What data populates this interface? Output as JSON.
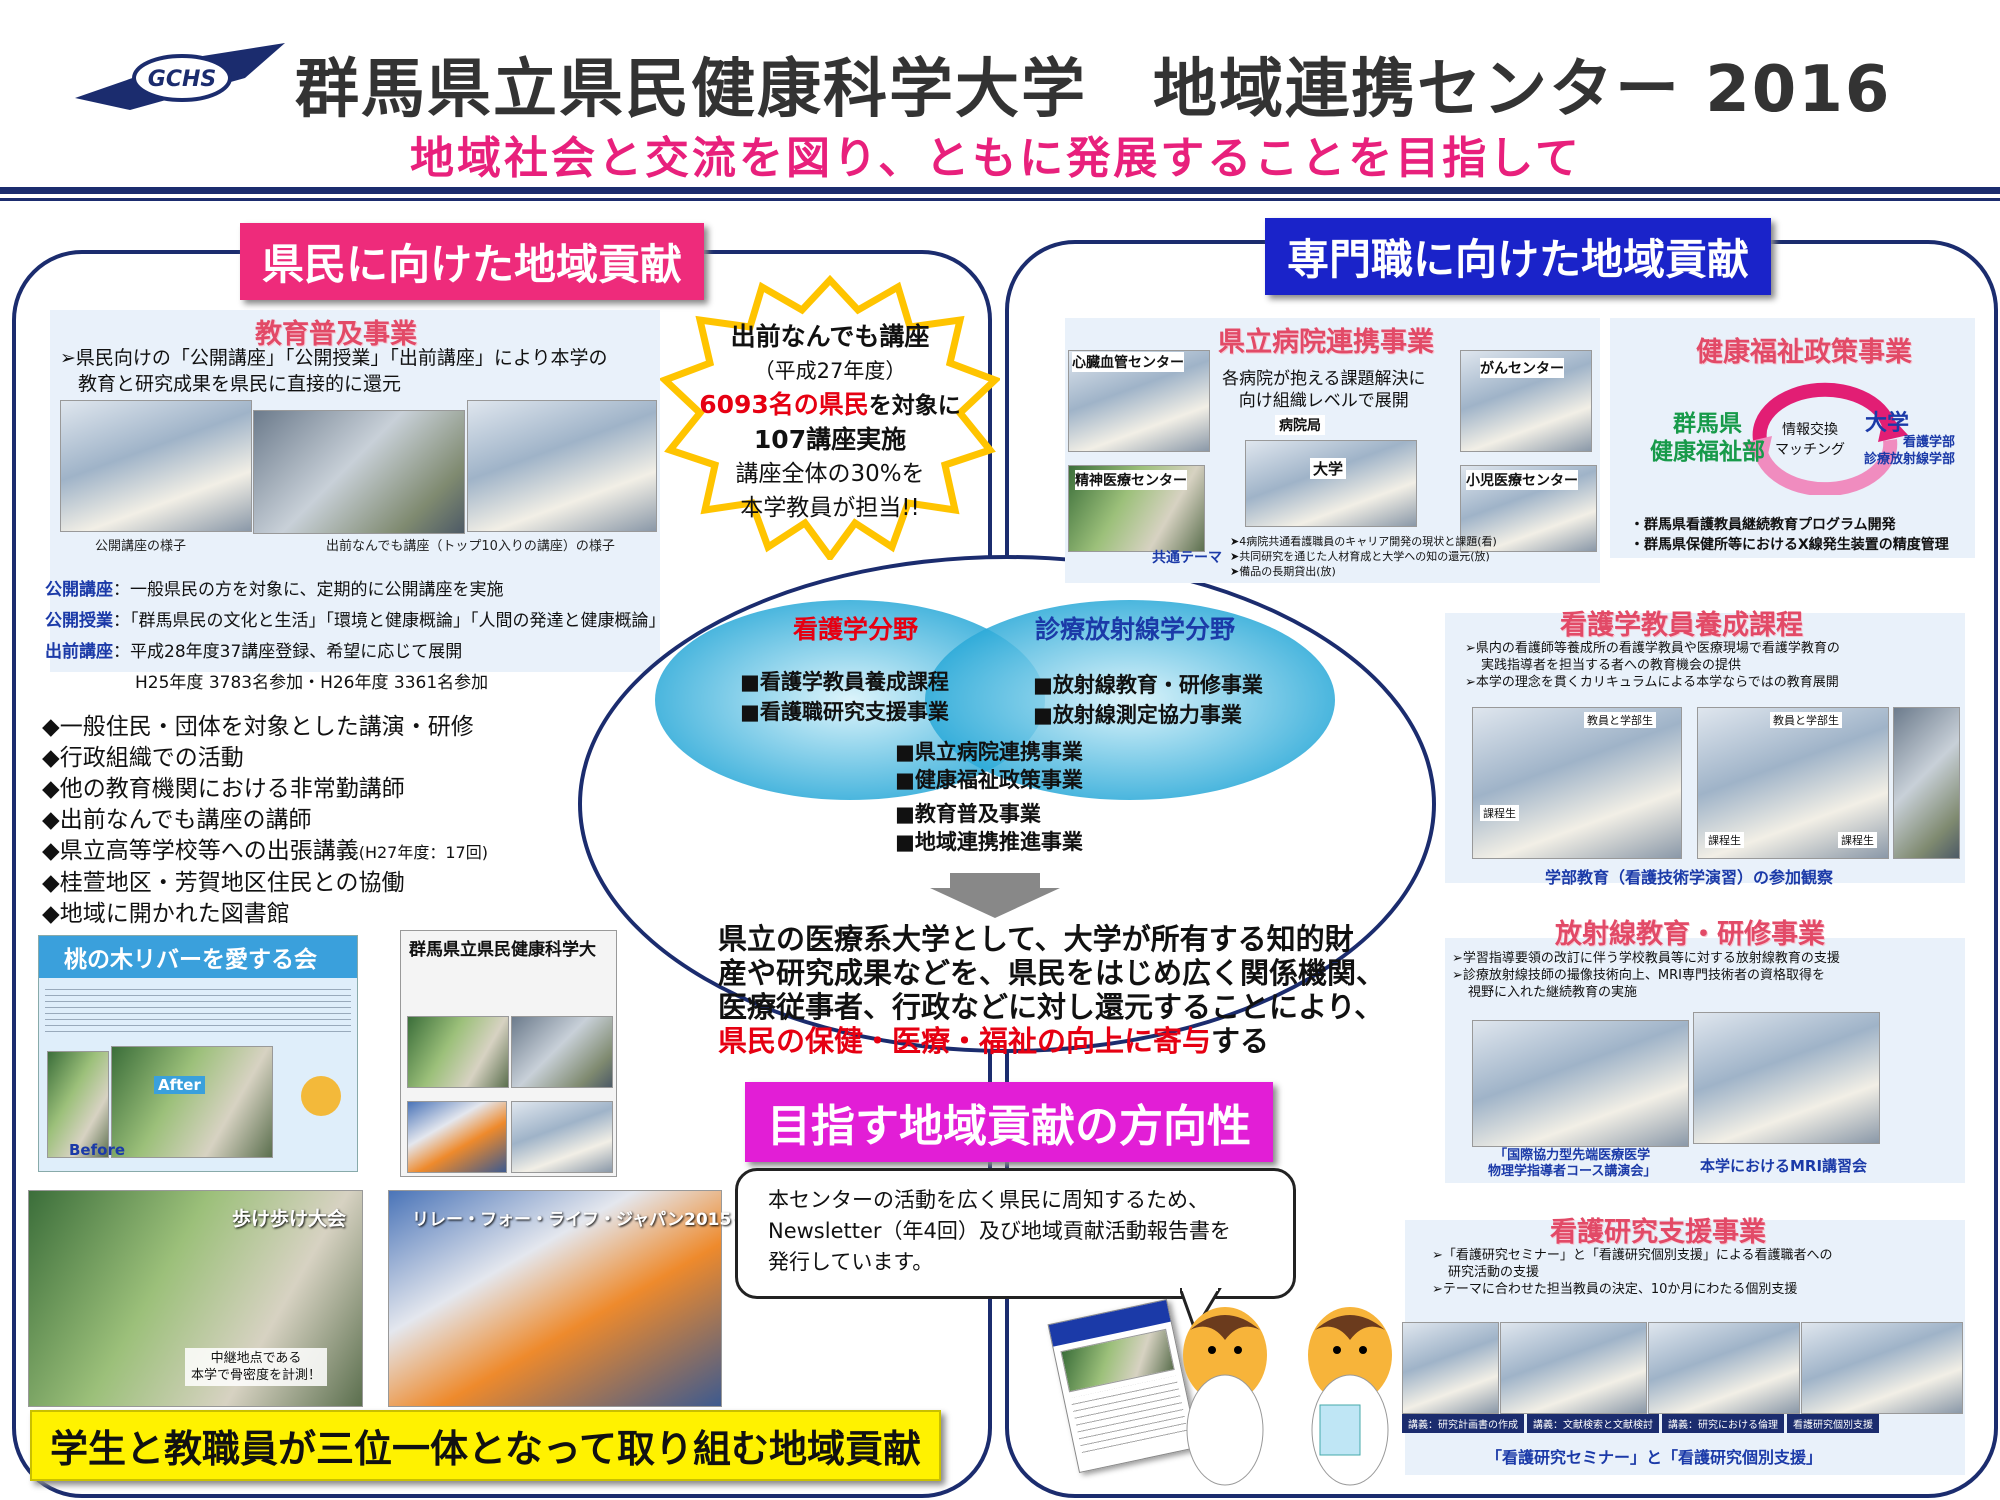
{
  "header": {
    "logo_text": "GCHS",
    "title": "群馬県立県民健康科学大学　地域連携センター 2016",
    "subtitle": "地域社会と交流を図り、ともに発展することを目指して"
  },
  "left": {
    "tag": "県民に向けた地域貢献",
    "edu": {
      "title": "教育普及事業",
      "desc1": "➢県民向けの「公開講座」「公開授業」「出前講座」により本学の",
      "desc2": "教育と研究成果を県民に直接的に還元",
      "cap1": "公開講座の様子",
      "cap2": "出前なんでも講座（トップ10入りの講座）の様子",
      "l1_label": "公開講座",
      "l1_text": "：一般県民の方を対象に、定期的に公開講座を実施",
      "l2_label": "公開授業",
      "l2_text": "：「群馬県民の文化と生活」「環境と健康概論」「人間の発達と健康概論」",
      "l3_label": "出前講座",
      "l3_text": "：平成28年度37講座登録、希望に応じて展開",
      "l4_text": "H25年度 3783名参加・H26年度 3361名参加"
    },
    "bullets": [
      "◆一般住民・団体を対象とした講演・研修",
      "◆行政組織での活動",
      "◆他の教育機関における非常勤講師",
      "◆出前なんでも講座の講師",
      "◆県立高等学校等への出張講義",
      "◆桂萱地区・芳賀地区住民との協働",
      "◆地域に開かれた図書館"
    ],
    "bullet5_note": "(H27年度：17回)",
    "river_title": "桃の木リバーを愛する会",
    "after": "After",
    "before": "Before",
    "univ_name": "群馬県立県民健康科学大",
    "walk": "歩け歩け大会",
    "walk_note1": "中継地点である",
    "walk_note2": "本学で骨密度を計測！",
    "relay": "リレー・フォー・ライフ・ジャパン2015ぐんま",
    "footer": "学生と教職員が三位一体となって取り組む地域貢献"
  },
  "starburst": {
    "line1": "出前なんでも講座",
    "line2": "（平成27年度）",
    "line3a": "6093名の県民",
    "line3b": "を対象に",
    "line4": "107講座実施",
    "line5": "講座全体の30%を",
    "line6": "本学教員が担当!!"
  },
  "center": {
    "nursing": "看護学分野",
    "radiology": "診療放射線学分野",
    "n1": "■看護学教員養成課程",
    "n2": "■看護職研究支援事業",
    "r1": "■放射線教育・研修事業",
    "r2": "■放射線測定協力事業",
    "c1": "■県立病院連携事業",
    "c2": "■健康福祉政策事業",
    "c3": "■教育普及事業",
    "c4": "■地域連携推進事業",
    "text1": "県立の医療系大学として、大学が所有する知的財",
    "text2": "産や研究成果などを、県民をはじめ広く関係機関、",
    "text3": "医療従事者、行政などに対し還元することにより、",
    "text4a": "県民の保健・医療・福祉の向上に寄与",
    "text4b": "する",
    "tag": "目指す地域貢献の方向性",
    "speech1": "本センターの活動を広く県民に周知するため、",
    "speech2": "Newsletter（年4回）及び地域貢献活動報告書を",
    "speech3": "発行しています。"
  },
  "right": {
    "tag": "専門職に向けた地域貢献",
    "hosp": {
      "title": "県立病院連携事業",
      "heart": "心臓血管センター",
      "cancer": "がんセンター",
      "psych": "精神医療センター",
      "child": "小児医療センター",
      "issue1": "各病院が抱える課題解決に",
      "issue2": "向け組織レベルで展開",
      "hosp_bureau": "病院局",
      "univ": "大学",
      "common": "共通テーマ",
      "t1": "➤4病院共通看護職員のキャリア開発の現状と課題(看)",
      "t2": "➤共同研究を通じた人材育成と大学への知の還元(放)",
      "t3": "➤備品の長期貸出(放)"
    },
    "welfare": {
      "title": "健康福祉政策事業",
      "pref1": "群馬県",
      "pref2": "健康福祉部",
      "mid1": "情報交換",
      "mid2": "マッチング",
      "univ": "大学",
      "dept1": "看護学部",
      "dept2": "診療放射線学部",
      "p1": "・群馬県看護教員継続教育プログラム開発",
      "p2": "・群馬県保健所等におけるX線発生装置の精度管理"
    },
    "teacher": {
      "title": "看護学教員養成課程",
      "d1": "➢県内の看護師等養成所の看護学教員や医療現場で看護学教育の",
      "d2": "実践指導者を担当する者への教育機会の提供",
      "d3": "➢本学の理念を貫くカリキュラムによる本学ならではの教育展開",
      "lbl1": "教員と学部生",
      "lbl2": "課程生",
      "lbl3": "課程生",
      "lbl4": "教員と学部生",
      "lbl5": "課程生",
      "caption": "学部教育（看護技術学演習）の参加観察"
    },
    "rad": {
      "title": "放射線教育・研修事業",
      "d1": "➢学習指導要領の改訂に伴う学校教員等に対する放射線教育の支援",
      "d2": "➢診療放射線技師の撮像技術向上、MRI専門技術者の資格取得を",
      "d3": "視野に入れた継続教育の実施",
      "cap1a": "「国際協力型先端医療医学",
      "cap1b": "物理学指導者コース講演会」",
      "cap2": "本学におけるMRI講習会"
    },
    "research": {
      "title": "看護研究支援事業",
      "d1": "➢「看護研究セミナー」と「看護研究個別支援」による看護職者への",
      "d2": "研究活動の支援",
      "d3": "➢テーマに合わせた担当教員の決定、10か月にわたる個別支援",
      "steps": [
        "講義：研究計画書の作成",
        "講義：文献検索と文献検討",
        "講義：研究における倫理",
        "看護研究個別支援"
      ],
      "caption": "「看護研究セミナー」と「看護研究個別支援」"
    }
  },
  "colors": {
    "navy": "#1b2c6e",
    "pink": "#ee2b7b",
    "blue": "#1a23c9",
    "magenta": "#e21ed6",
    "yellow": "#fff200",
    "red": "#e60012"
  }
}
